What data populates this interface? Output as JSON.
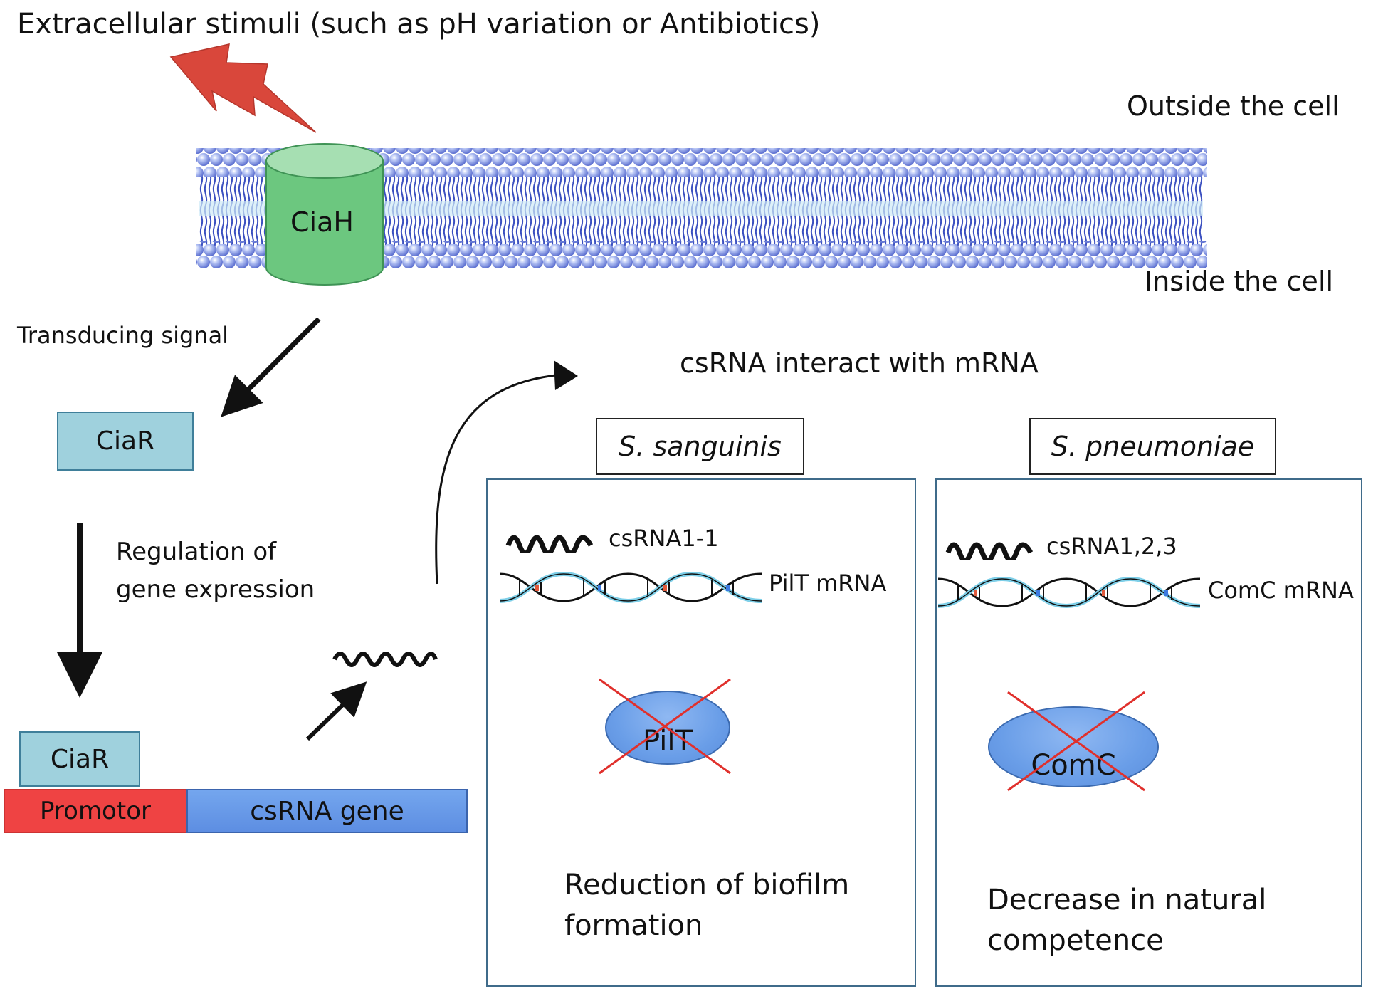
{
  "title": "Extracellular stimuli (such as pH variation or Antibiotics)",
  "membrane": {
    "outside_label": "Outside the cell",
    "inside_label": "Inside the cell",
    "receptor_label": "CiaH"
  },
  "transducing_label": "Transducing signal",
  "ciar_label_top": "CiaR",
  "regulation_label": "Regulation of gene expression",
  "gene": {
    "ciar_label": "CiaR",
    "promotor_label": "Promotor",
    "gene_label": "csRNA gene"
  },
  "interact_label": "csRNA interact with mRNA",
  "panels": [
    {
      "species": "S. sanguinis",
      "csrna_label": "csRNA1-1",
      "mrna_label": "PilT mRNA",
      "protein_label": "PilT",
      "result": "Reduction of biofilm formation"
    },
    {
      "species": "S. pneumoniae",
      "csrna_label": "csRNA1,2,3",
      "mrna_label": "ComC mRNA",
      "protein_label": "ComC",
      "result": "Decrease in natural competence"
    }
  ],
  "colors": {
    "lightning": "#d9473b",
    "ciah": "#6cc77f",
    "ciar": "#9fd1dd",
    "promotor": "#ef4343",
    "gene": "#6f9ff0",
    "membrane": "#6f86e0",
    "cross": "#e0302c"
  }
}
